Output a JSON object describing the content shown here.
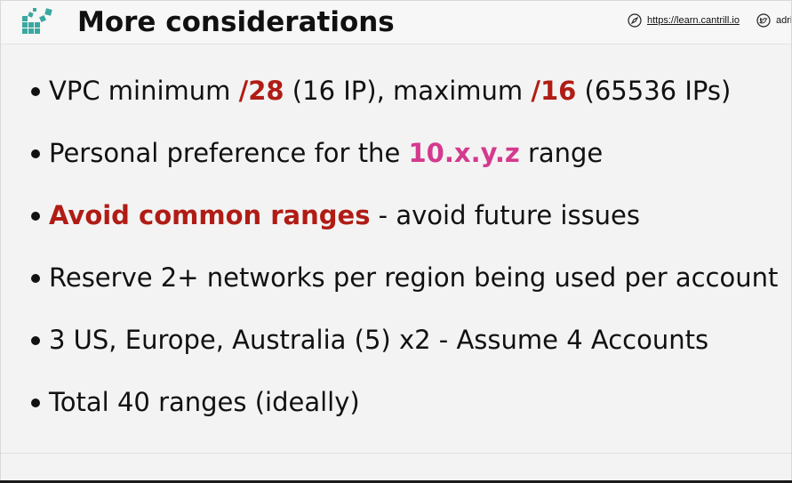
{
  "slide": {
    "title": "More considerations",
    "link": "https://learn.cantrill.io",
    "twitter": "adri",
    "logo_color": "#3aa8a0",
    "icons": {
      "logo": "grid-blocks-logo",
      "link": "compass-icon",
      "twitter": "twitter-bird-icon"
    }
  },
  "bullets": [
    {
      "segments": [
        {
          "t": "VPC minimum ",
          "s": "plain"
        },
        {
          "t": "/28",
          "s": "red"
        },
        {
          "t": " (16 IP), maximum ",
          "s": "plain"
        },
        {
          "t": "/16",
          "s": "red"
        },
        {
          "t": " (65536 IPs)",
          "s": "plain"
        }
      ]
    },
    {
      "segments": [
        {
          "t": "Personal preference for the ",
          "s": "plain"
        },
        {
          "t": "10.x.y.z",
          "s": "pink"
        },
        {
          "t": " range",
          "s": "plain"
        }
      ]
    },
    {
      "segments": [
        {
          "t": "Avoid common ranges",
          "s": "red"
        },
        {
          "t": " - avoid future issues",
          "s": "plain"
        }
      ]
    },
    {
      "segments": [
        {
          "t": "Reserve 2+ networks per region being used per account",
          "s": "plain"
        }
      ]
    },
    {
      "segments": [
        {
          "t": "3 US, Europe, Australia (5) x2 - Assume 4 Accounts",
          "s": "plain"
        }
      ]
    },
    {
      "segments": [
        {
          "t": "Total 40 ranges (ideally)",
          "s": "plain"
        }
      ]
    }
  ],
  "colors": {
    "accent_red": "#b01c15",
    "accent_pink": "#d43a8e",
    "text": "#111111"
  }
}
